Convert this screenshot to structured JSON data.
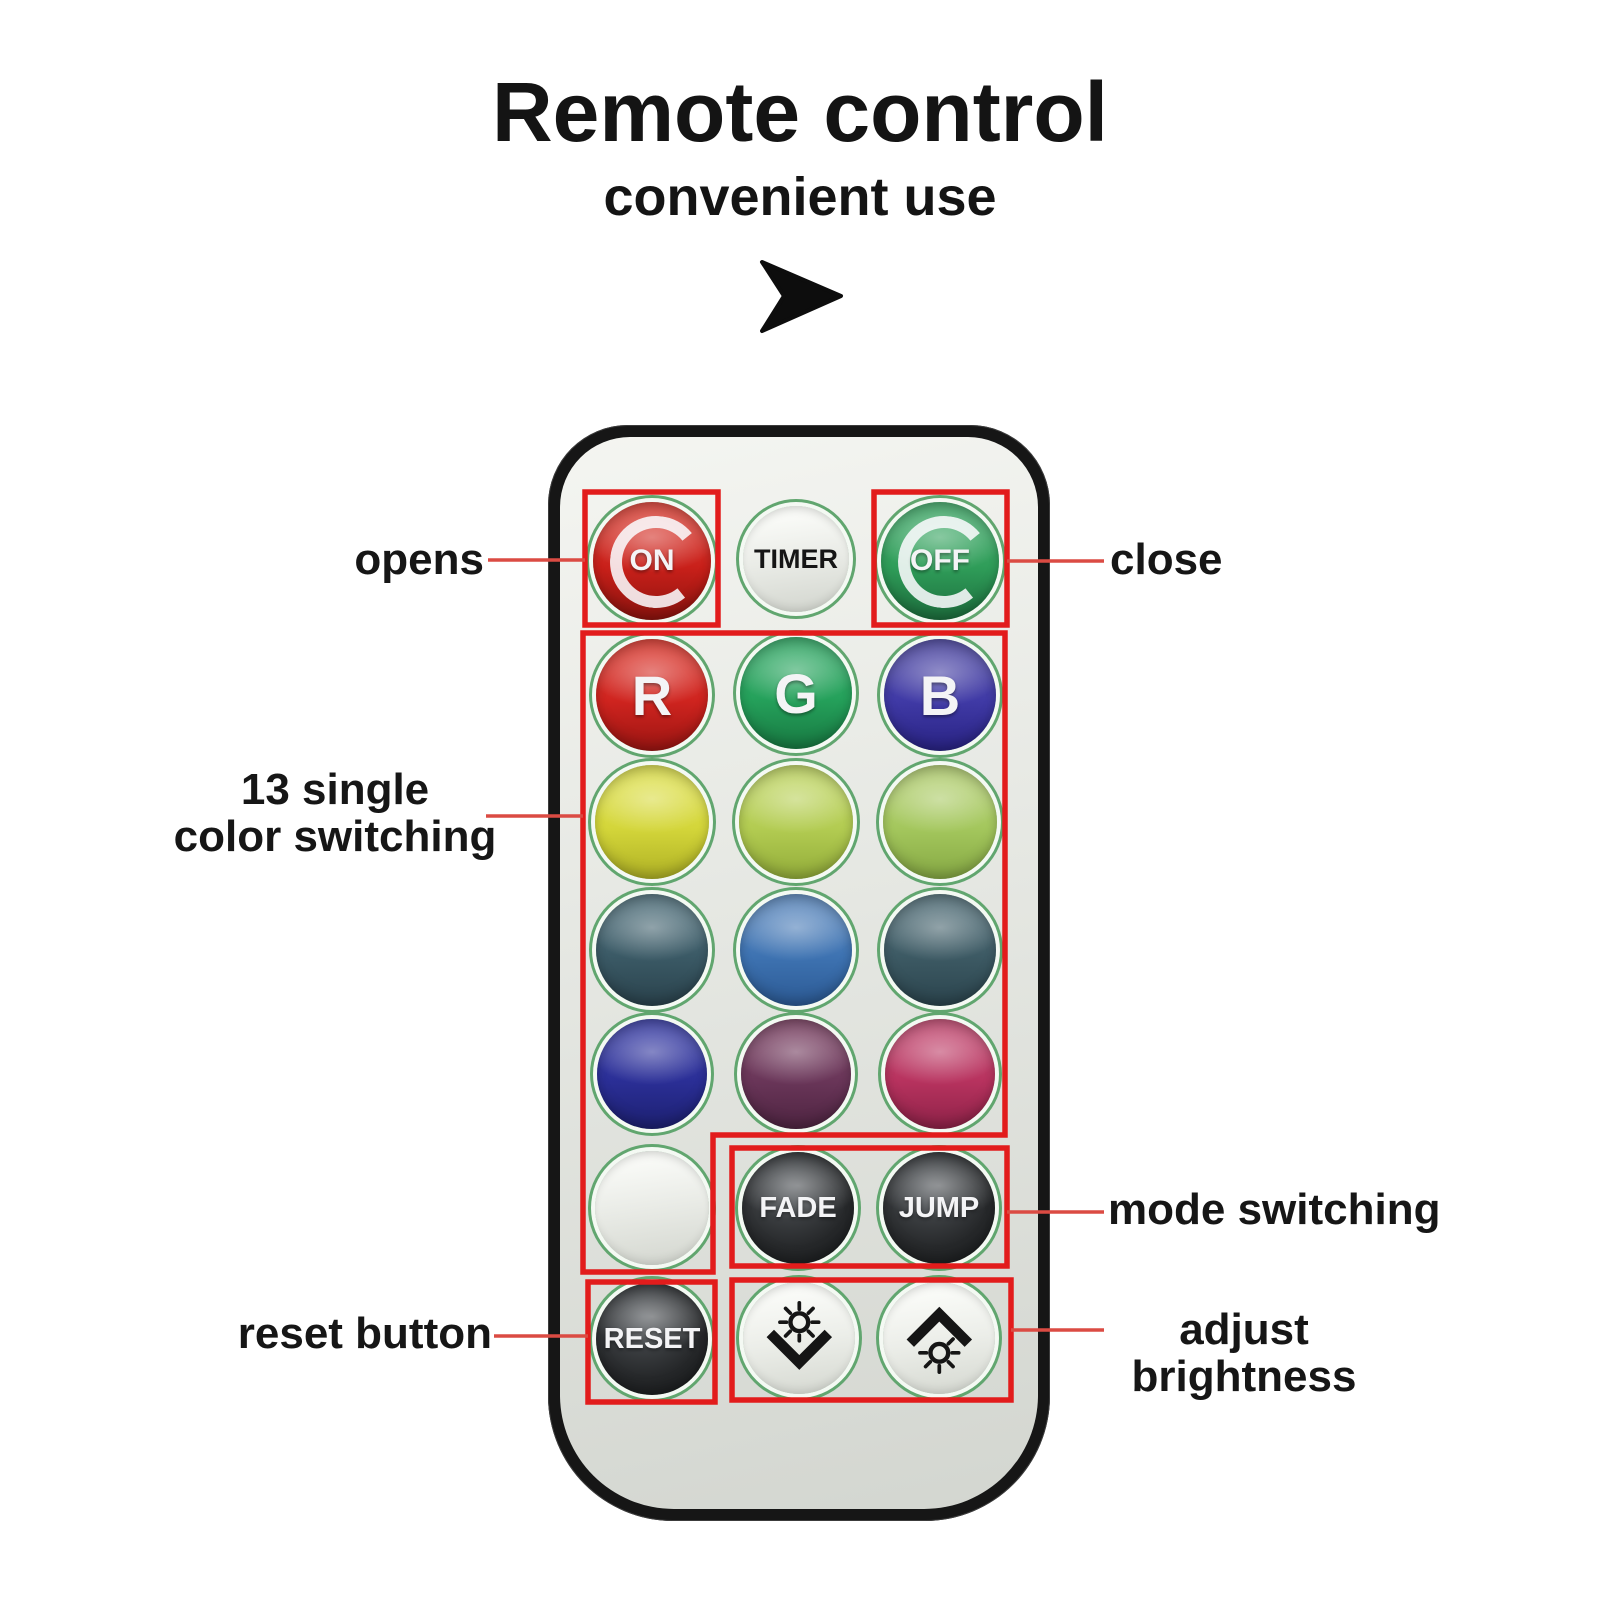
{
  "title": "Remote control",
  "subtitle": "convenient use",
  "annotations": {
    "opens": "opens",
    "close": "close",
    "color_switching_line1": "13 single",
    "color_switching_line2": "color switching",
    "mode_switching": "mode switching",
    "reset_button": "reset button",
    "adjust_line1": "adjust",
    "adjust_line2": "brightness"
  },
  "remote": {
    "buttons": {
      "on": {
        "label": "ON",
        "color": "#c9201a"
      },
      "timer": {
        "label": "TIMER",
        "color": "#eef0ec"
      },
      "off": {
        "label": "OFF",
        "color": "#2f9d59"
      },
      "red": {
        "label": "R",
        "color": "#cf241f"
      },
      "green": {
        "label": "G",
        "color": "#25a15b"
      },
      "blue": {
        "label": "B",
        "color": "#403aa6"
      },
      "yellow": {
        "color": "#d4d63a"
      },
      "yellow_green": {
        "color": "#b3cc52"
      },
      "light_green": {
        "color": "#a4c75d"
      },
      "dark_teal": {
        "color": "#3b5a66"
      },
      "medium_blue": {
        "color": "#3e73b2"
      },
      "slate_blue": {
        "color": "#3d5a64"
      },
      "navy": {
        "color": "#2b2f97"
      },
      "purple": {
        "color": "#6a3659"
      },
      "crimson": {
        "color": "#b8335f"
      },
      "white": {
        "color": "#e9ebe6"
      },
      "fade": {
        "label": "FADE",
        "color": "#27292b"
      },
      "jump": {
        "label": "JUMP",
        "color": "#27292b"
      },
      "reset": {
        "label": "RESET",
        "color": "#26282a"
      },
      "brightness_down": {
        "color": "#eceee9"
      },
      "brightness_up": {
        "color": "#eceee9"
      }
    }
  },
  "colors": {
    "annotation_box": "#e21c1c",
    "leader_line": "#db4b43",
    "button_ring_green": "#61a66f",
    "remote_border": "#161616",
    "remote_face": "#e7e9e4",
    "text": "#141414"
  }
}
